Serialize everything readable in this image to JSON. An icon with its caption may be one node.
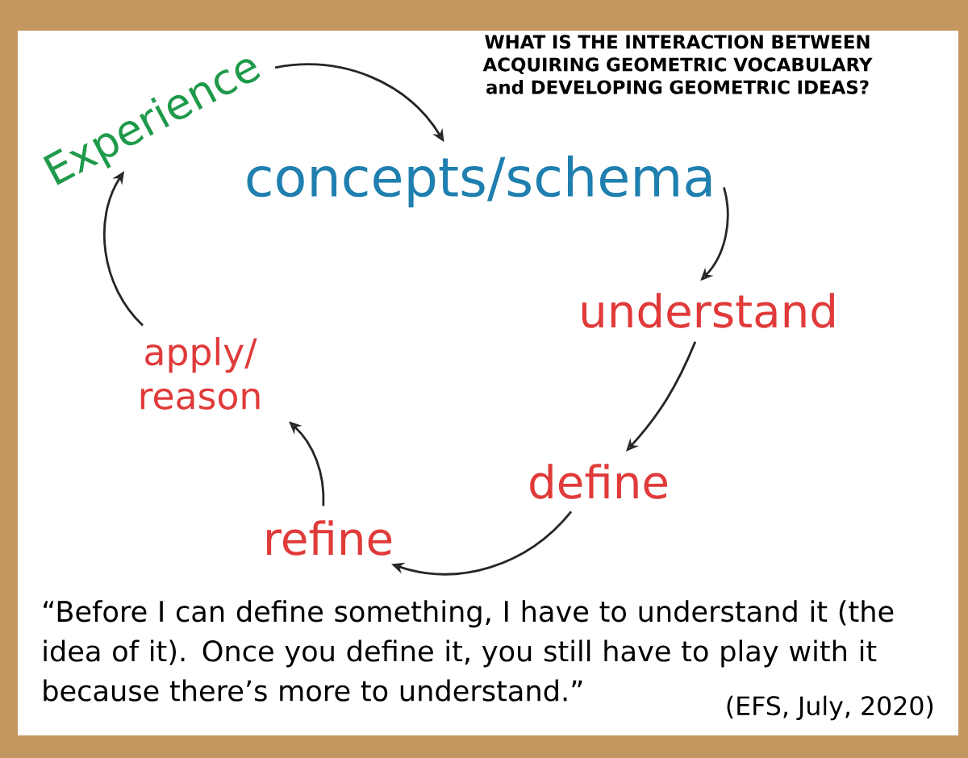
{
  "diagram": {
    "title": "WHAT IS THE INTERACTION BETWEEN ACQUIRING GEOMETRIC VOCABULARY and DEVELOPING GEOMETRIC IDEAS?",
    "nodes": [
      {
        "text": [
          "Experience"
        ]
      },
      {
        "text": [
          "concepts/schema"
        ]
      },
      {
        "text": [
          "understand"
        ]
      },
      {
        "text": [
          "define"
        ]
      },
      {
        "text": [
          "refine"
        ]
      },
      {
        "text": [
          "apply/ reason"
        ]
      }
    ],
    "edges": [
      {
        "from": 0,
        "to": 1,
        "arrow": "to"
      },
      {
        "from": 1,
        "to": 2,
        "arrow": "to"
      },
      {
        "from": 2,
        "to": 3,
        "arrow": "to"
      },
      {
        "from": 3,
        "to": 4,
        "arrow": "to"
      },
      {
        "from": 4,
        "to": 5,
        "arrow": "to"
      },
      {
        "from": 5,
        "to": 0,
        "arrow": "to"
      }
    ],
    "labels": [
      "“Before I can define something, I have to understand it (the idea of it). Once you define it, you still have to play with it because there’s more to understand.”",
      "(EFS, July, 2020)"
    ]
  }
}
